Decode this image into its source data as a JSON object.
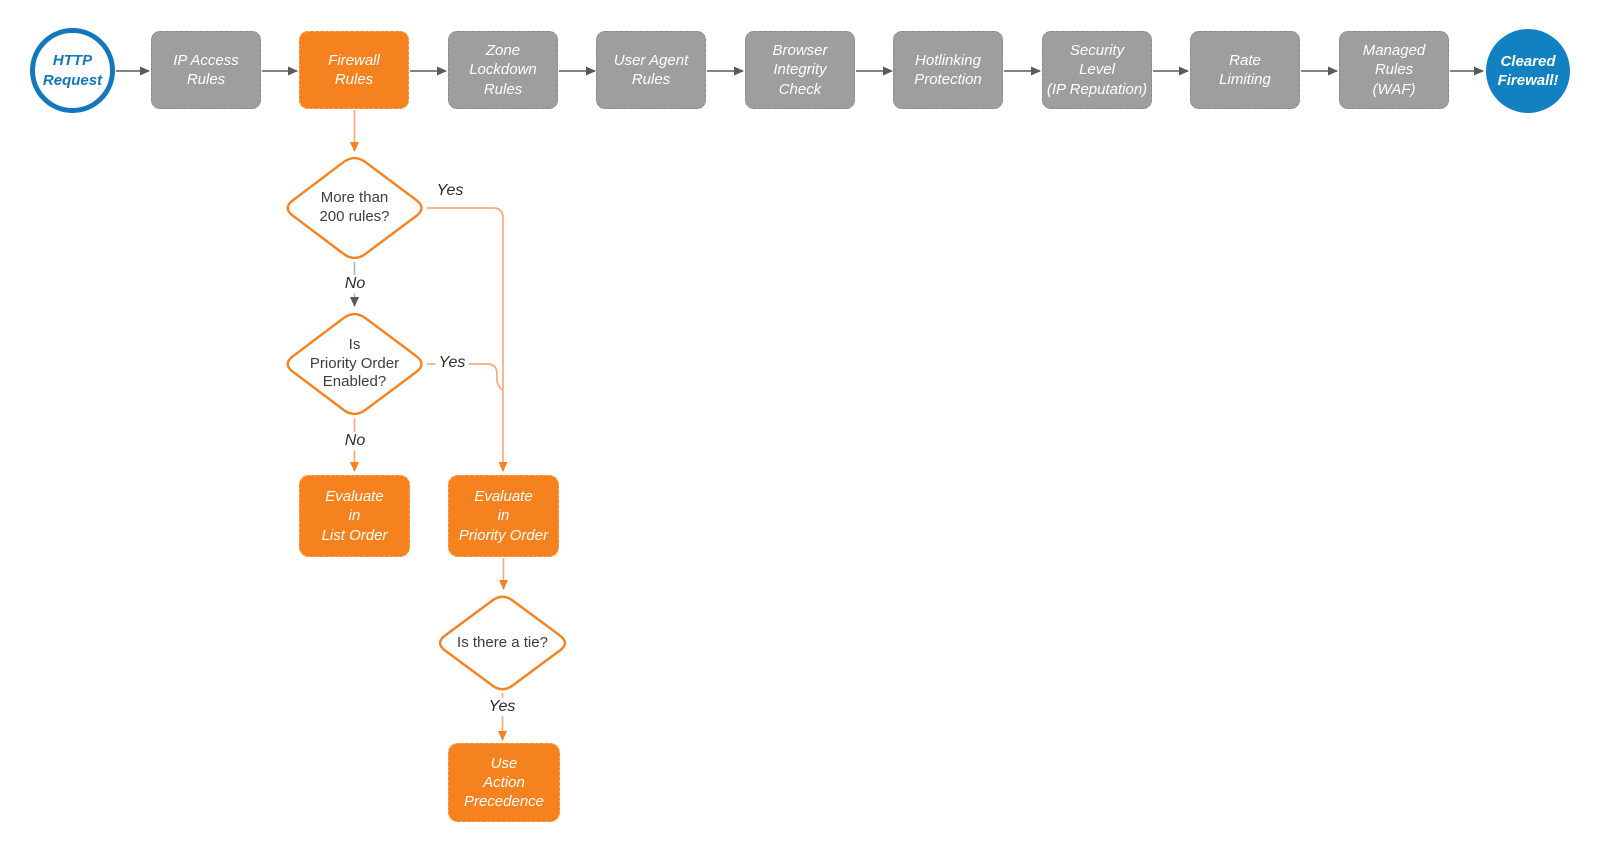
{
  "title": "Firewall request evaluation flowchart",
  "colors": {
    "orange": "#F6821F",
    "orange_connector": "#F9A97C",
    "gray_box": "#9E9E9E",
    "gray_arrow": "#5a5a5a",
    "gray_connector": "#b5b5b5",
    "blue_stroke": "#1377BD",
    "blue_fill": "#1181C2",
    "diamond_text": "#3d3d3d"
  },
  "pipeline": {
    "start": {
      "label": [
        "HTTP",
        "Request"
      ]
    },
    "stages": [
      {
        "label": [
          "IP Access",
          "Rules"
        ]
      },
      {
        "label": [
          "Firewall",
          "Rules"
        ]
      },
      {
        "label": [
          "Zone",
          "Lockdown",
          "Rules"
        ]
      },
      {
        "label": [
          "User Agent",
          "Rules"
        ]
      },
      {
        "label": [
          "Browser",
          "Integrity",
          "Check"
        ]
      },
      {
        "label": [
          "Hotlinking",
          "Protection"
        ]
      },
      {
        "label": [
          "Security",
          "Level",
          "(IP Reputation)"
        ]
      },
      {
        "label": [
          "Rate",
          "Limiting"
        ]
      },
      {
        "label": [
          "Managed",
          "Rules",
          "(WAF)"
        ]
      }
    ],
    "end": {
      "label": [
        "Cleared",
        "Firewall!"
      ]
    }
  },
  "decisions": [
    {
      "label": [
        "More than",
        "200 rules?"
      ]
    },
    {
      "label": [
        "Is",
        "Priority Order",
        "Enabled?"
      ]
    },
    {
      "label": [
        "Is there a tie?"
      ]
    }
  ],
  "actions": [
    {
      "label": [
        "Evaluate",
        "in",
        "List Order"
      ]
    },
    {
      "label": [
        "Evaluate",
        "in",
        "Priority Order"
      ]
    },
    {
      "label": [
        "Use",
        "Action",
        "Precedence"
      ]
    }
  ],
  "edge_labels": {
    "yes1": "Yes",
    "no1": "No",
    "yes2": "Yes",
    "no2": "No",
    "yes3": "Yes"
  }
}
